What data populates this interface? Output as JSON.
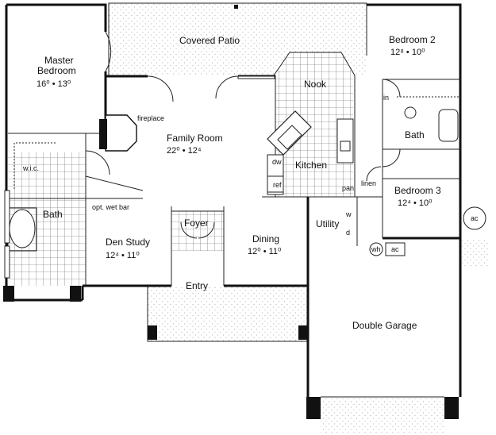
{
  "rooms": {
    "covered_patio": "Covered Patio",
    "master_bedroom_line1": "Master",
    "master_bedroom_line2": "Bedroom",
    "master_dims": "16⁰ • 13⁰",
    "bedroom2": "Bedroom 2",
    "bedroom2_dims": "12⁸ • 10⁰",
    "nook": "Nook",
    "fireplace": "fireplace",
    "family_room": "Family Room",
    "family_dims": "22⁰ • 12⁴",
    "kitchen": "Kitchen",
    "bath_upper": "Bath",
    "bedroom3": "Bedroom 3",
    "bedroom3_dims": "12⁴ • 10⁰",
    "wic": "w.i.c.",
    "bath_master": "Bath",
    "opt_wet_bar": "opt. wet bar",
    "foyer": "Foyer",
    "den_study": "Den  Study",
    "den_dims": "12⁴ • 11⁰",
    "dining": "Dining",
    "dining_dims": "12⁰ • 11⁰",
    "utility": "Utility",
    "entry": "Entry",
    "double_garage": "Double Garage",
    "lin": "lin",
    "linen": "linen",
    "pan": "pan",
    "dw": "dw",
    "ref": "ref",
    "w": "w",
    "d": "d",
    "wh": "wh",
    "ac_garage": "ac",
    "ac_outside": "ac"
  }
}
